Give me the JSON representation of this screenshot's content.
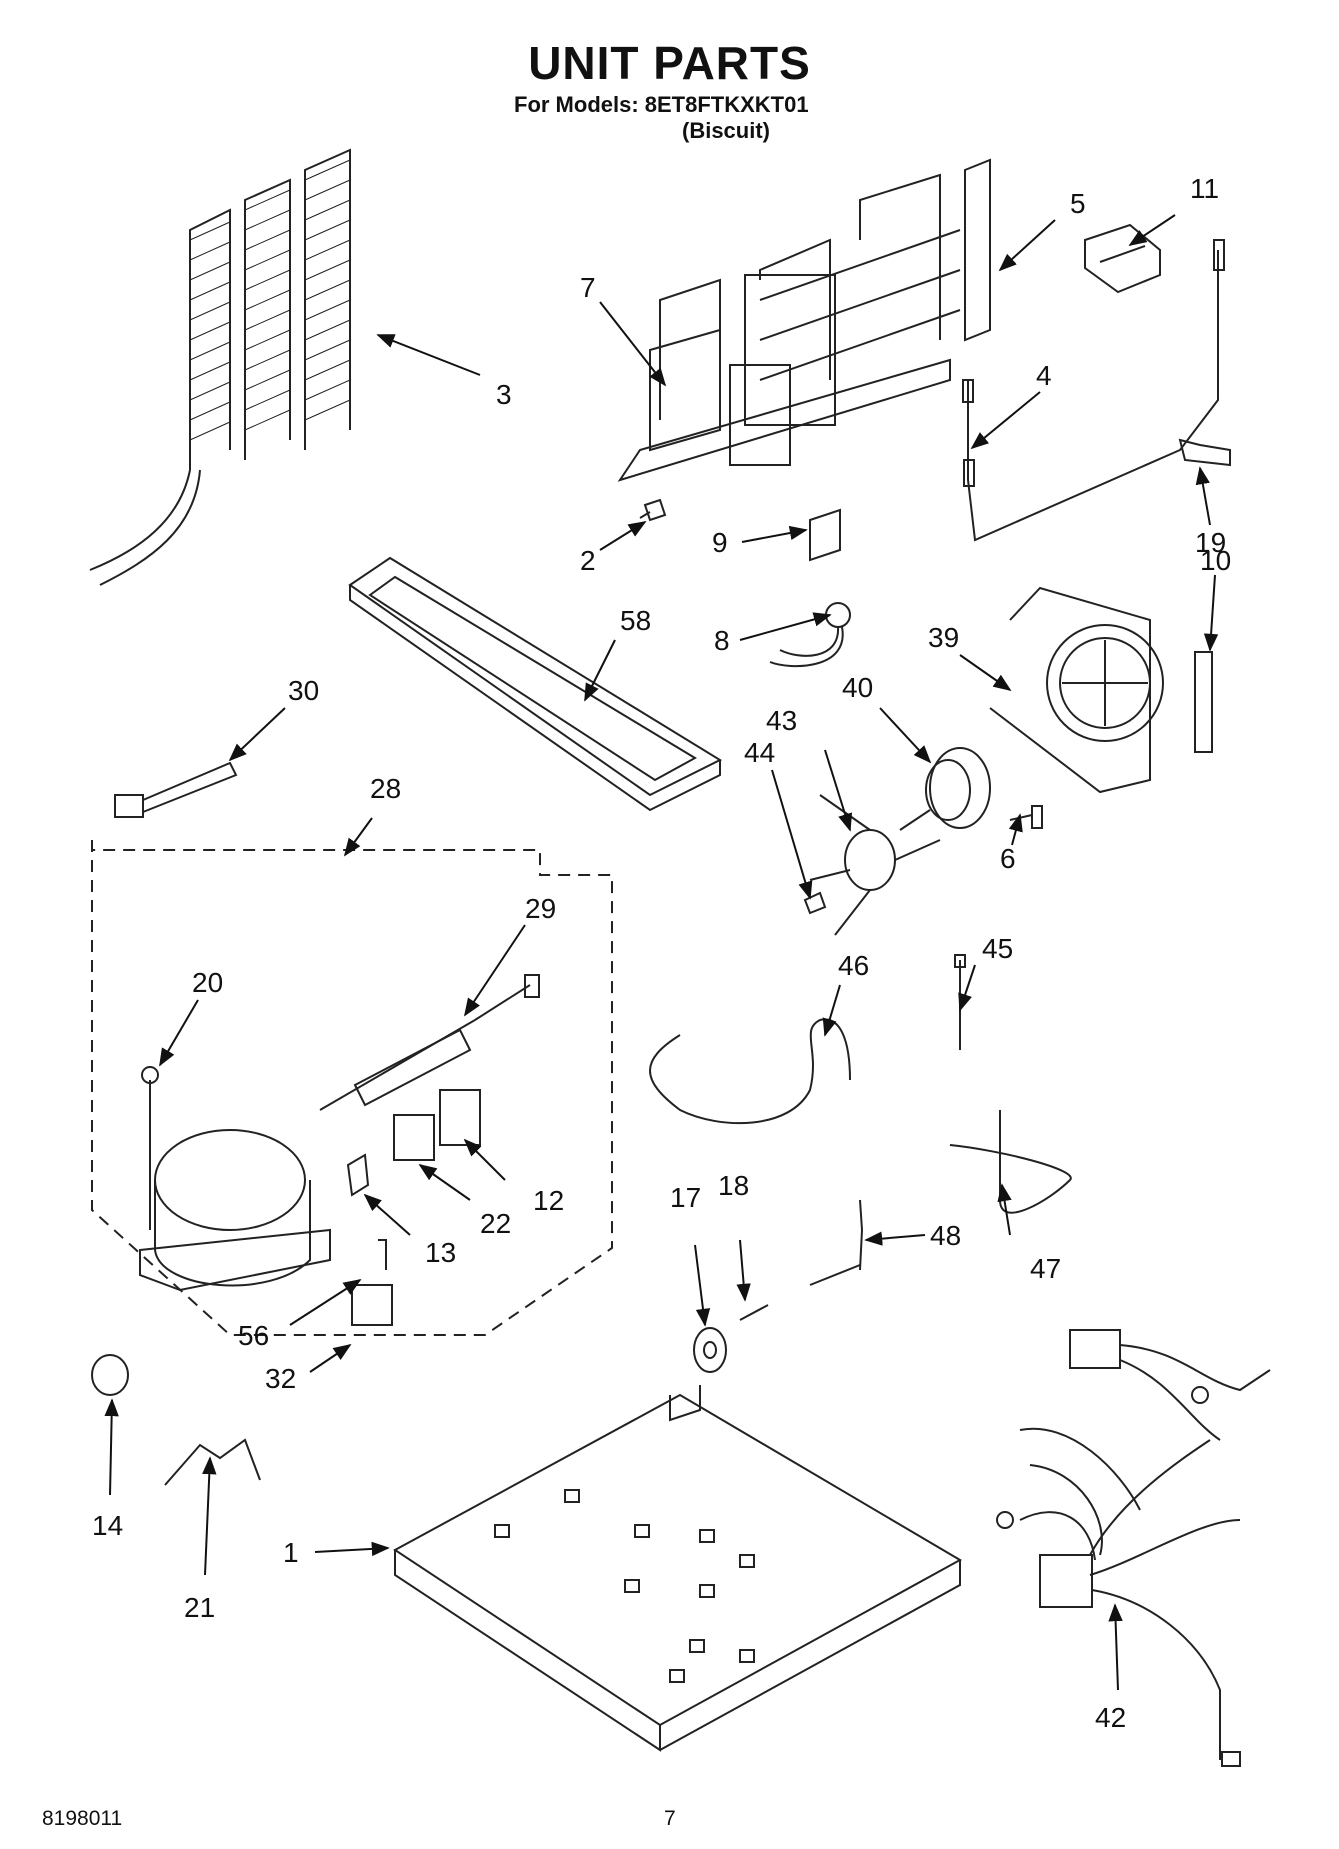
{
  "header": {
    "title": "UNIT PARTS",
    "models_line": "For Models: 8ET8FTKXKT01",
    "variant": "(Biscuit)"
  },
  "footer": {
    "doc_number": "8198011",
    "page_number": "7"
  },
  "callouts": [
    {
      "id": "p1",
      "label": "1"
    },
    {
      "id": "p2",
      "label": "2"
    },
    {
      "id": "p3",
      "label": "3"
    },
    {
      "id": "p4",
      "label": "4"
    },
    {
      "id": "p5",
      "label": "5"
    },
    {
      "id": "p6",
      "label": "6"
    },
    {
      "id": "p7",
      "label": "7"
    },
    {
      "id": "p8",
      "label": "8"
    },
    {
      "id": "p9",
      "label": "9"
    },
    {
      "id": "p10",
      "label": "10"
    },
    {
      "id": "p11",
      "label": "11"
    },
    {
      "id": "p12",
      "label": "12"
    },
    {
      "id": "p13",
      "label": "13"
    },
    {
      "id": "p14",
      "label": "14"
    },
    {
      "id": "p17",
      "label": "17"
    },
    {
      "id": "p18",
      "label": "18"
    },
    {
      "id": "p19",
      "label": "19"
    },
    {
      "id": "p20",
      "label": "20"
    },
    {
      "id": "p21",
      "label": "21"
    },
    {
      "id": "p22",
      "label": "22"
    },
    {
      "id": "p28",
      "label": "28"
    },
    {
      "id": "p29",
      "label": "29"
    },
    {
      "id": "p30",
      "label": "30"
    },
    {
      "id": "p32",
      "label": "32"
    },
    {
      "id": "p39",
      "label": "39"
    },
    {
      "id": "p40",
      "label": "40"
    },
    {
      "id": "p42",
      "label": "42"
    },
    {
      "id": "p43",
      "label": "43"
    },
    {
      "id": "p44",
      "label": "44"
    },
    {
      "id": "p45",
      "label": "45"
    },
    {
      "id": "p46",
      "label": "46"
    },
    {
      "id": "p47",
      "label": "47"
    },
    {
      "id": "p48",
      "label": "48"
    },
    {
      "id": "p56",
      "label": "56"
    },
    {
      "id": "p58",
      "label": "58"
    }
  ]
}
